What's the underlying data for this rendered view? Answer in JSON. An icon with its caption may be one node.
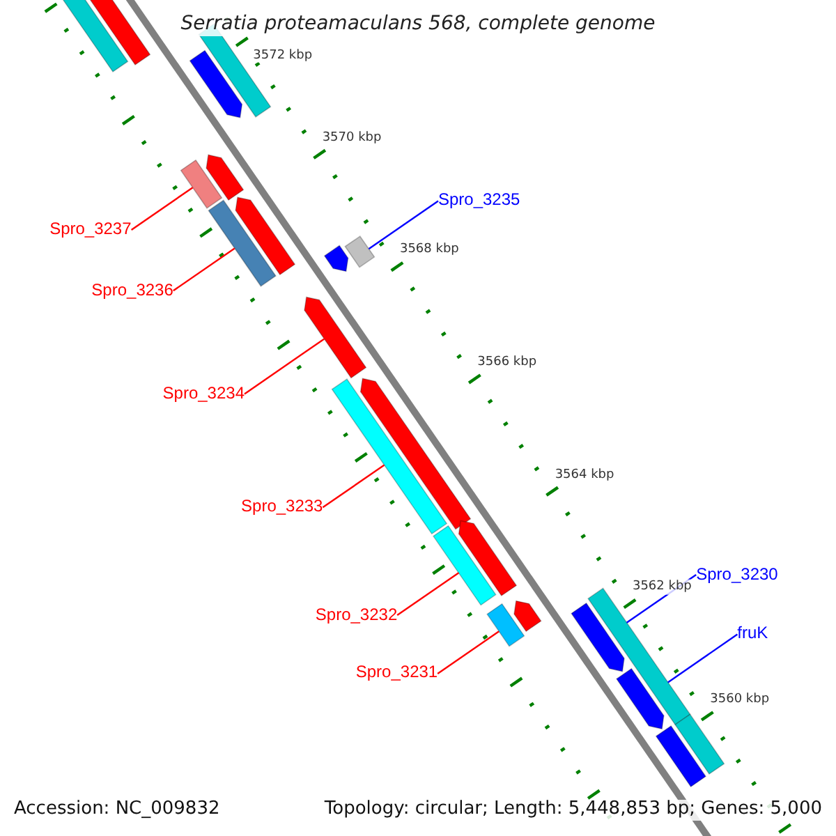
{
  "diagram": {
    "title": "Serratia proteamaculans 568, complete genome",
    "nodes": [
      {
        "text": [
          "Spro_3237"
        ]
      },
      {
        "text": [
          "Spro_3236"
        ]
      },
      {
        "text": [
          "Spro_3235"
        ]
      },
      {
        "text": [
          "Spro_3234"
        ]
      },
      {
        "text": [
          "Spro_3233"
        ]
      },
      {
        "text": [
          "Spro_3232"
        ]
      },
      {
        "text": [
          "Spro_3231"
        ]
      },
      {
        "text": [
          "Spro_3230"
        ]
      },
      {
        "text": [
          "fruK"
        ]
      },
      {
        "text": [],
        "shape": "bar"
      },
      {
        "text": [],
        "shape": "bar"
      },
      {
        "text": [],
        "shape": "bar"
      },
      {
        "text": [],
        "shape": "arrow"
      },
      {
        "text": [],
        "shape": "bar"
      },
      {
        "text": [],
        "shape": "arrow"
      },
      {
        "text": [],
        "shape": "bar"
      },
      {
        "text": [],
        "shape": "arrow"
      },
      {
        "text": [],
        "shape": "arrow"
      },
      {
        "text": [],
        "shape": "bar"
      },
      {
        "text": [],
        "shape": "arrow"
      },
      {
        "text": [],
        "shape": "bar"
      },
      {
        "text": [],
        "shape": "arrow"
      },
      {
        "text": [],
        "shape": "bar"
      },
      {
        "text": [],
        "shape": "arrow"
      },
      {
        "text": [],
        "shape": "bar"
      },
      {
        "text": [],
        "shape": "arrow"
      },
      {
        "text": [],
        "shape": "bar"
      },
      {
        "text": [],
        "shape": "arrow"
      },
      {
        "text": [],
        "shape": "arrow"
      },
      {
        "text": [],
        "shape": "bar"
      },
      {
        "text": [],
        "shape": "bar"
      }
    ],
    "edges": [
      {
        "from": 0,
        "to": 13,
        "arrow": "none"
      },
      {
        "from": 1,
        "to": 15,
        "arrow": "none"
      },
      {
        "from": 2,
        "to": 18,
        "arrow": "none",
        "color": "#0000ff"
      },
      {
        "from": 3,
        "to": 19,
        "arrow": "none"
      },
      {
        "from": 4,
        "to": 20,
        "arrow": "none"
      },
      {
        "from": 5,
        "to": 22,
        "arrow": "none"
      },
      {
        "from": 6,
        "to": 24,
        "arrow": "none"
      },
      {
        "from": 7,
        "to": 26,
        "arrow": "none",
        "color": "#0000ff"
      },
      {
        "from": 8,
        "to": 26,
        "arrow": "none",
        "color": "#0000ff"
      }
    ],
    "labels": [
      "3572 kbp",
      "3570 kbp",
      "3568 kbp",
      "3566 kbp",
      "3564 kbp",
      "3562 kbp",
      "3560 kbp",
      "Accession: NC_009832",
      "Topology: circular; Length: 5,448,853 bp; Genes: 5,000"
    ]
  }
}
